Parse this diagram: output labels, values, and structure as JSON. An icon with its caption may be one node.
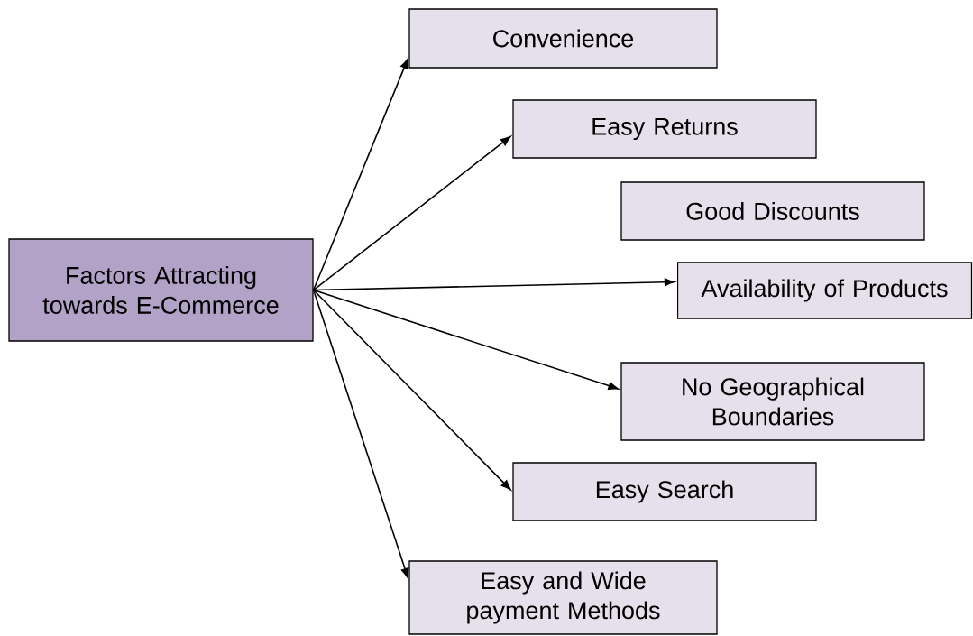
{
  "diagram": {
    "nodes": [
      {
        "text": [
          "Factors Attracting towards E-Commerce"
        ]
      },
      {
        "text": [
          "Convenience"
        ]
      },
      {
        "text": [
          "Easy Returns"
        ]
      },
      {
        "text": [
          "Good Discounts"
        ]
      },
      {
        "text": [
          "Availability of Products"
        ]
      },
      {
        "text": [
          "No Geographical Boundaries"
        ]
      },
      {
        "text": [
          "Easy Search"
        ]
      },
      {
        "text": [
          "Easy and Wide payment Methods"
        ]
      }
    ],
    "edges": [
      {
        "from": 0,
        "to": 1,
        "arrow": "to"
      },
      {
        "from": 0,
        "to": 2,
        "arrow": "to"
      },
      {
        "from": 0,
        "to": 4,
        "arrow": "to"
      },
      {
        "from": 0,
        "to": 5,
        "arrow": "to"
      },
      {
        "from": 0,
        "to": 6,
        "arrow": "to"
      },
      {
        "from": 0,
        "to": 7,
        "arrow": "to"
      }
    ]
  }
}
